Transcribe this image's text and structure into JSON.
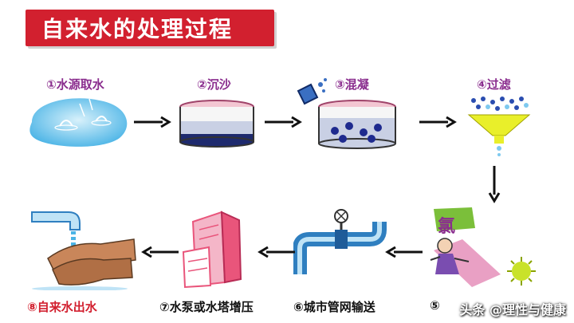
{
  "title": "自来水的处理过程",
  "steps": {
    "s1": {
      "label": "①水源取水"
    },
    "s2": {
      "label": "②沉沙"
    },
    "s3": {
      "label": "③混凝"
    },
    "s4": {
      "label": "④过滤"
    },
    "s5": {
      "label": "⑤",
      "chlorine_glyph": "氯"
    },
    "s6": {
      "label": "⑥城市管网输送"
    },
    "s7": {
      "label": "⑦水泵或水塔增压"
    },
    "s8": {
      "label": "⑧自来水出水"
    }
  },
  "watermark": "头条 @理性与健康",
  "colors": {
    "title_bg": "#d2202f",
    "label_purple": "#8a2d8e",
    "label_red": "#d2202f",
    "water_blue": "#4bb4e6",
    "pipe_blue": "#2f7fc0",
    "building_pink": "#e9557b"
  },
  "icons": [
    "water-pool-icon",
    "sand-dish-icon",
    "coagulation-dish-icon",
    "filter-funnel-icon",
    "chlorine-scene-icon",
    "pipe-valve-icon",
    "building-icon",
    "hands-washing-icon",
    "arrow-icon"
  ]
}
